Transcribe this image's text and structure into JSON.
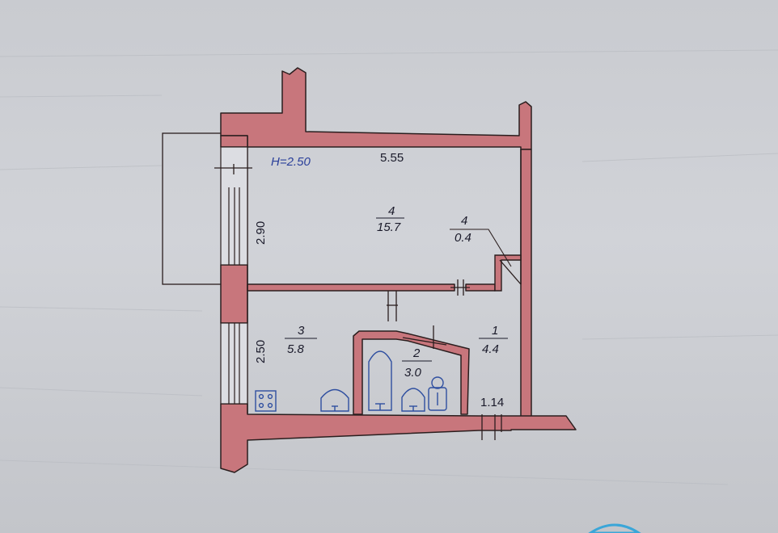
{
  "plan": {
    "ceiling_height": "H=2.50",
    "dimensions": {
      "top_width": "5.55",
      "room4_height": "2.90",
      "room3_height": "2.50",
      "corridor_width": "1.14"
    },
    "rooms": [
      {
        "number": "4",
        "area": "15.7"
      },
      {
        "number": "4",
        "area": "0.4"
      },
      {
        "number": "3",
        "area": "5.8"
      },
      {
        "number": "2",
        "area": "3.0"
      },
      {
        "number": "1",
        "area": "4.4"
      }
    ]
  },
  "colors": {
    "wall": "#c8767c",
    "line": "#2a1e1e",
    "fixture": "#2f4fa0",
    "height_text": "#2a3f9a"
  }
}
